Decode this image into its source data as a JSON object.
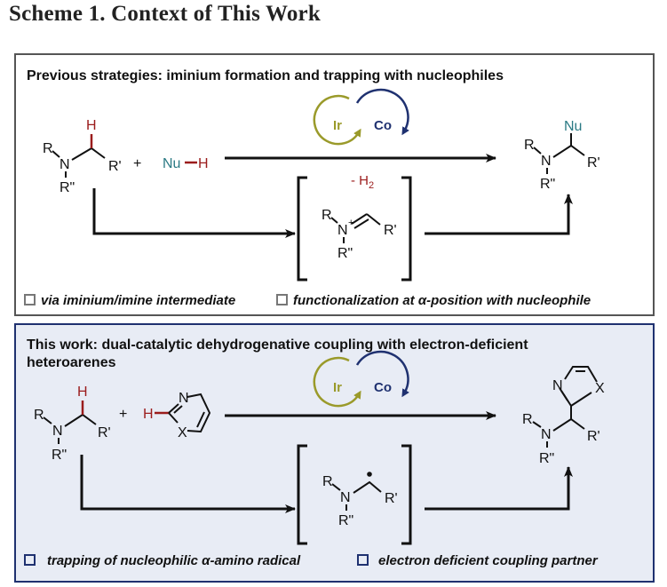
{
  "scheme_title": "Scheme 1. Context of This Work",
  "colors": {
    "panel_border": "#555555",
    "panel2_border": "#1f3170",
    "panel2_fill": "#e8ecf5",
    "bond": "#111111",
    "highlight_h": "#9b1c1c",
    "nucleophile_teal": "#2b7a84",
    "iridium_olive": "#9a9a2a",
    "cobalt_navy": "#1f3170",
    "checkbox_gray": "#777777",
    "checkbox_blue": "#1f3170"
  },
  "panel1": {
    "heading": "Previous strategies: iminium formation and trapping with nucleophiles",
    "catalysts": {
      "ir": "Ir",
      "co": "Co"
    },
    "reactant": {
      "r": "R",
      "n": "N",
      "h": "H",
      "r1": "R'",
      "r2": "R\""
    },
    "plus": "+",
    "nucleophile": {
      "nu": "Nu",
      "h": "H"
    },
    "loss": {
      "prefix": "- H",
      "subscript": "2"
    },
    "intermediate": {
      "r": "R",
      "n": "N",
      "charge": "+",
      "r1": "R'",
      "r2": "R\""
    },
    "product": {
      "nu": "Nu",
      "r": "R",
      "n": "N",
      "r1": "R'",
      "r2": "R\""
    },
    "features": [
      "via iminium/imine intermediate",
      "functionalization at α-position with nucleophile"
    ]
  },
  "panel2": {
    "heading_line1": "This work: dual-catalytic dehydrogenative coupling with electron-deficient",
    "heading_line2": "heteroarenes",
    "catalysts": {
      "ir": "Ir",
      "co": "Co"
    },
    "reactant": {
      "r": "R",
      "n": "N",
      "h": "H",
      "r1": "R'",
      "r2": "R\""
    },
    "plus": "+",
    "heteroarene": {
      "h": "H",
      "n": "N",
      "x": "X"
    },
    "intermediate": {
      "r": "R",
      "n": "N",
      "r1": "R'",
      "r2": "R\""
    },
    "product": {
      "n_ring": "N",
      "x": "X",
      "r": "R",
      "n": "N",
      "r1": "R'",
      "r2": "R\""
    },
    "features": [
      "trapping of nucleophilic α-amino radical",
      "electron deficient coupling partner"
    ]
  }
}
